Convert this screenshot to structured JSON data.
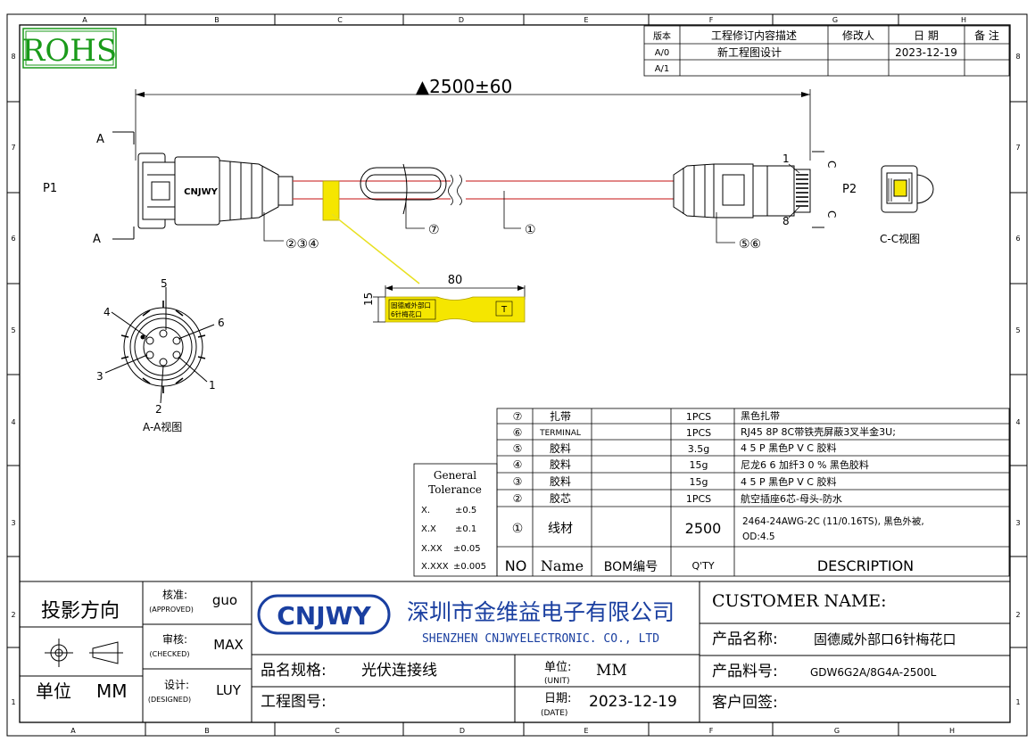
{
  "rohs": "ROHS",
  "grid": {
    "top": [
      "A",
      "B",
      "C",
      "D",
      "E",
      "F",
      "G",
      "H"
    ],
    "side": [
      "8",
      "7",
      "6",
      "5",
      "4",
      "3",
      "2",
      "1"
    ]
  },
  "revision": {
    "headers": [
      "版本",
      "工程修订内容描述",
      "修改人",
      "日 期",
      "备 注"
    ],
    "rows": [
      {
        "ver": "A/0",
        "desc": "新工程图设计",
        "by": "",
        "date": "2023-12-19",
        "note": ""
      },
      {
        "ver": "A/1",
        "desc": "",
        "by": "",
        "date": "",
        "note": ""
      }
    ]
  },
  "drawing": {
    "length_dim": "▲2500±60",
    "section_a": "A",
    "section_c": "C",
    "p1": "P1",
    "p2": "P2",
    "callout_234": "②③④",
    "callout_7": "⑦",
    "callout_1": "①",
    "callout_56": "⑤⑥",
    "pin_1": "1",
    "pin_8": "8",
    "cc_view": "C-C视图",
    "aa_view": "A-A视图",
    "logo_small": "CNJWY",
    "label_dim_w": "80",
    "label_dim_h": "15",
    "label_text1": "固德威外部口",
    "label_text2": "6针梅花口",
    "label_t": "T",
    "pins": [
      "1",
      "2",
      "3",
      "4",
      "5",
      "6"
    ]
  },
  "bom": {
    "rows": [
      {
        "no": "⑦",
        "name": "扎带",
        "qty": "1PCS",
        "desc": "黑色扎带"
      },
      {
        "no": "⑥",
        "name": "TERMINAL",
        "qty": "1PCS",
        "desc": "RJ45 8P 8C带铁壳屏蔽3叉半金3U;"
      },
      {
        "no": "⑤",
        "name": "胶料",
        "qty": "3.5g",
        "desc": "4 5 P 黑色P V C 胶料"
      },
      {
        "no": "④",
        "name": "胶料",
        "qty": "15g",
        "desc": "尼龙6 6 加纤3 0 % 黑色胶料"
      },
      {
        "no": "③",
        "name": "胶料",
        "qty": "15g",
        "desc": "4 5 P 黑色P V C 胶料"
      },
      {
        "no": "②",
        "name": "胶芯",
        "qty": "1PCS",
        "desc": "航空插座6芯-母头-防水"
      },
      {
        "no": "①",
        "name": "线材",
        "qty": "2500",
        "desc": "2464-24AWG-2C (11/0.16TS), 黑色外被,",
        "desc2": "OD:4.5"
      }
    ],
    "header": {
      "no": "NO",
      "name": "Name",
      "bom": "BOM编号",
      "qty": "Q'TY",
      "desc": "DESCRIPTION"
    }
  },
  "tolerance": {
    "title1": "General",
    "title2": "Tolerance",
    "rows": [
      {
        "k": "X.",
        "v": "±0.5"
      },
      {
        "k": "X.X",
        "v": "±0.1"
      },
      {
        "k": "X.XX",
        "v": "±0.05"
      },
      {
        "k": "X.XXX",
        "v": "±0.005"
      }
    ]
  },
  "title_block": {
    "projection": "投影方向",
    "unit_label": "单位",
    "unit_value": "MM",
    "approved_cn": "核准:",
    "approved_en": "(APPROVED)",
    "approved_by": "guo",
    "checked_cn": "审核:",
    "checked_en": "(CHECKED)",
    "checked_by": "MAX",
    "designed_cn": "设计:",
    "designed_en": "(DESIGNED)",
    "designed_by": "LUY",
    "company_logo": "CNJWY",
    "company_cn": "深圳市金维益电子有限公司",
    "company_en": "SHENZHEN CNJWYELECTRONIC. CO., LTD",
    "spec_label": "品名规格:",
    "spec_value": "光伏连接线",
    "unit2_cn": "单位:",
    "unit2_en": "(UNIT)",
    "unit2_value": "MM",
    "drawing_no_label": "工程图号:",
    "date_cn": "日期:",
    "date_en": "(DATE)",
    "date_value": "2023-12-19",
    "customer_name": "CUSTOMER NAME:",
    "product_name_label": "产品名称:",
    "product_name_value": "固德威外部口6针梅花口",
    "part_no_label": "产品料号:",
    "part_no_value": "GDW6G2A/8G4A-2500L",
    "customer_reply": "客户回签:"
  },
  "colors": {
    "wire": "#d04040",
    "label": "#f5e600",
    "rohs": "#1a9a1a",
    "logo": "#1a3fa0",
    "callout": "#e8e020"
  }
}
